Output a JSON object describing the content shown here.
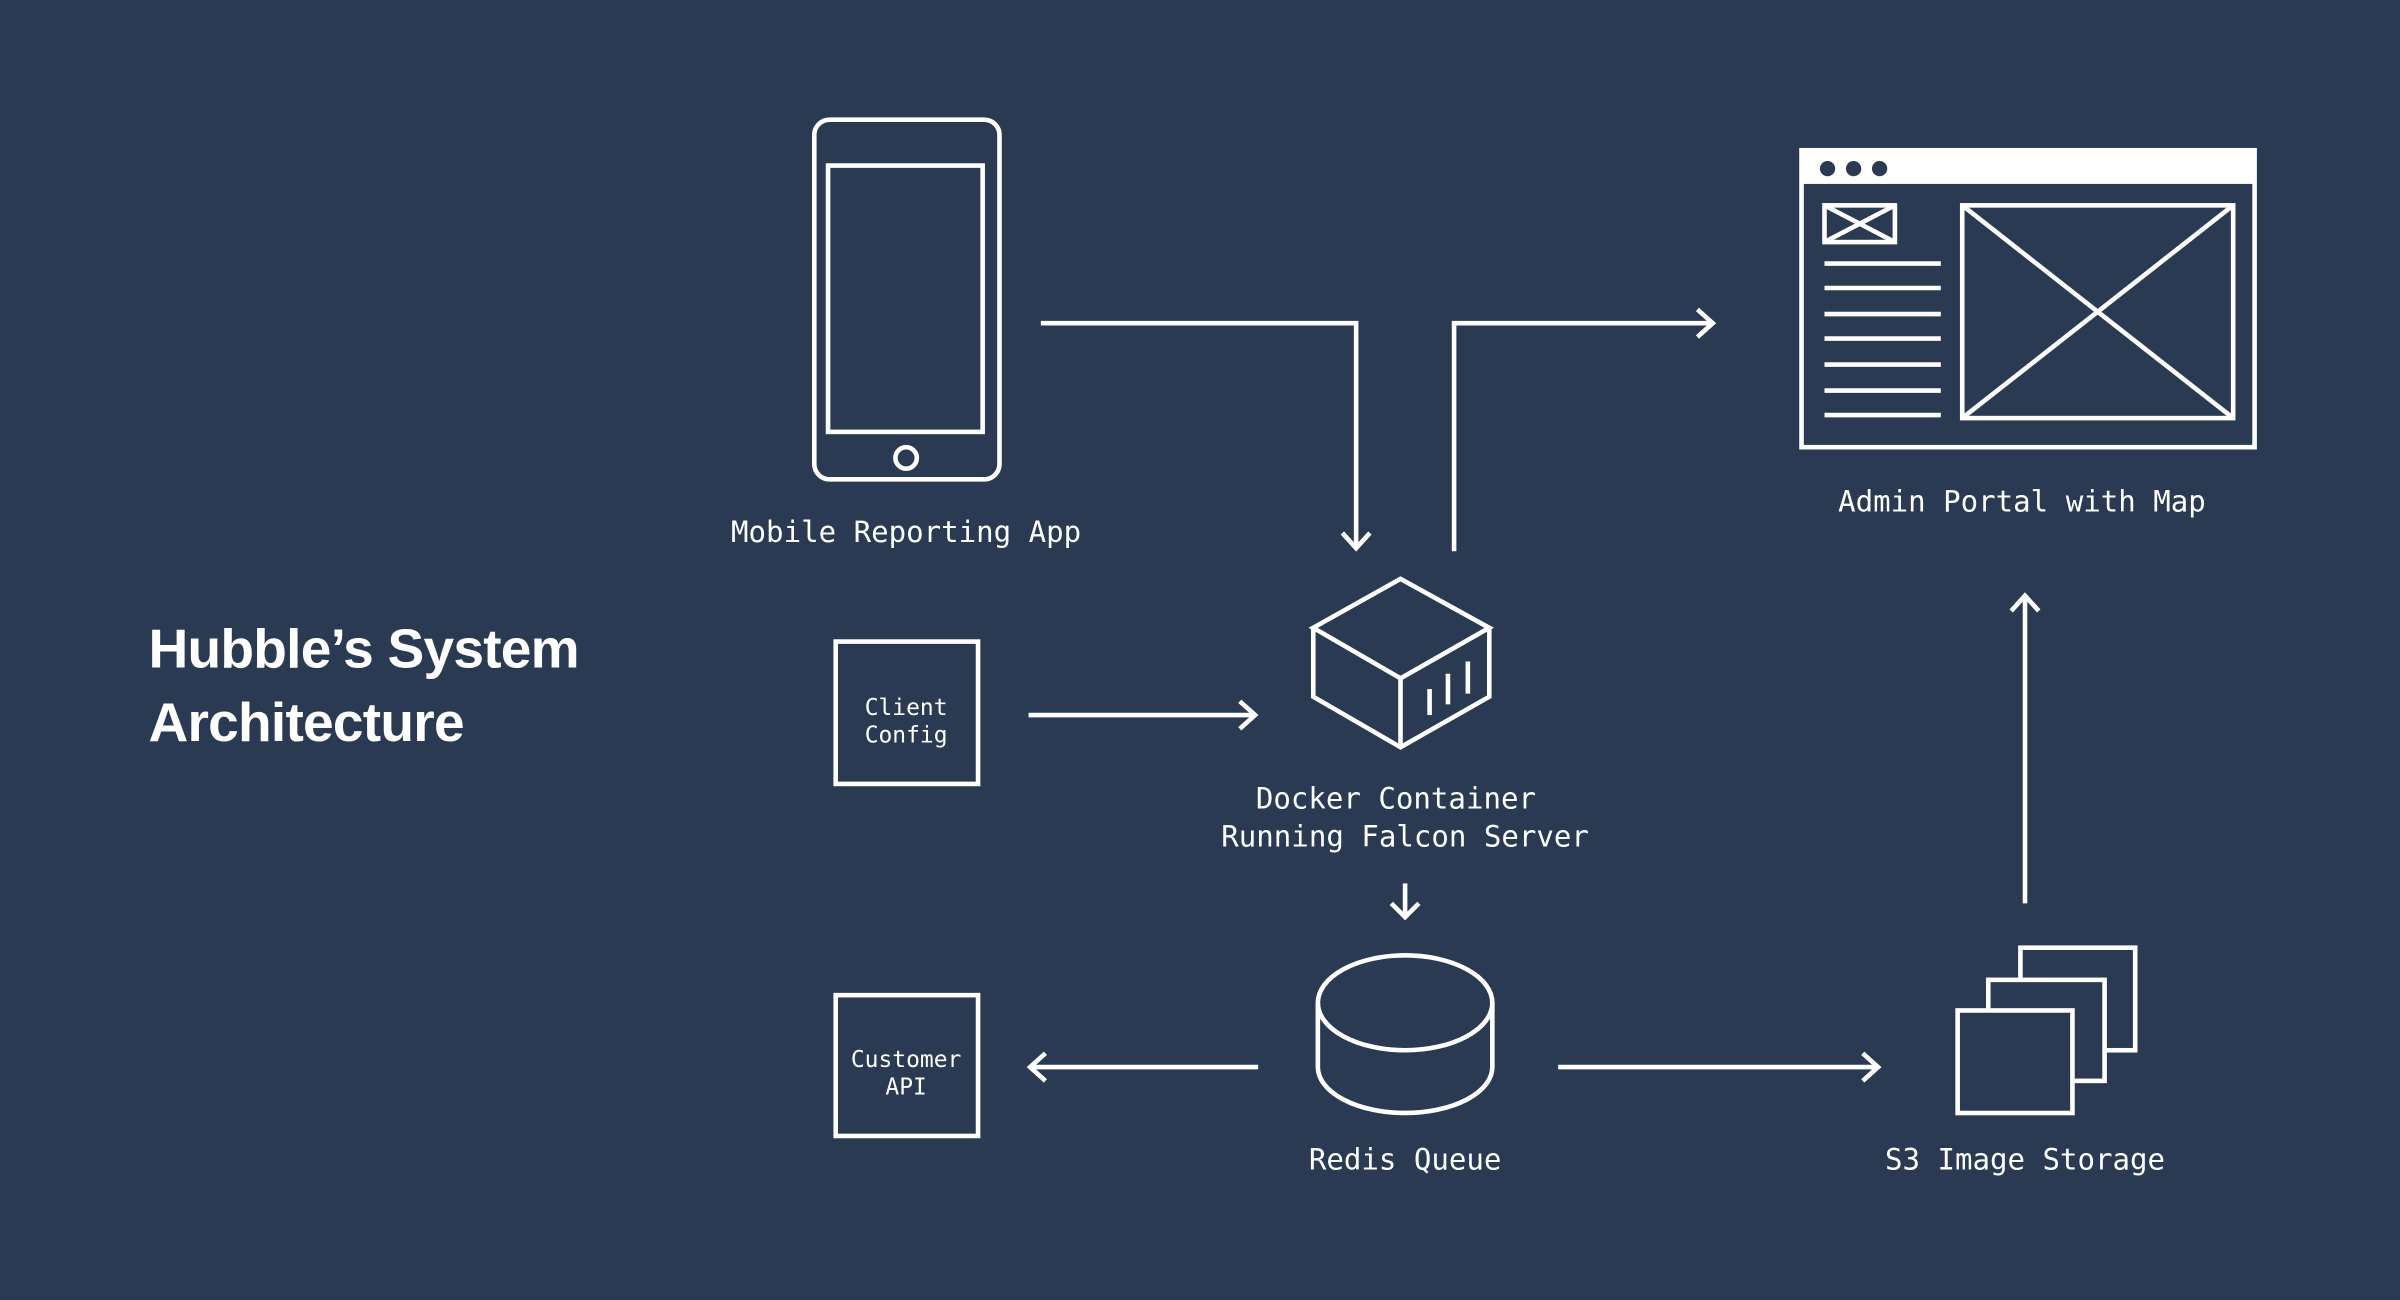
{
  "colors": {
    "background": "#293a52",
    "foreground": "#ffffff"
  },
  "title": {
    "line1": "Hubble’s System",
    "line2": "Architecture"
  },
  "nodes": {
    "mobile": {
      "label": "Mobile Reporting App",
      "icon": "smartphone-icon"
    },
    "admin": {
      "label": "Admin Portal with Map",
      "icon": "browser-window-icon"
    },
    "client_config": {
      "line1": "Client",
      "line2": "Config"
    },
    "docker": {
      "line1": "Docker Container",
      "line2": "Running Falcon Server",
      "icon": "container-cube-icon"
    },
    "redis": {
      "label": "Redis Queue",
      "icon": "database-cylinder-icon"
    },
    "customer_api": {
      "line1": "Customer",
      "line2": "API"
    },
    "s3": {
      "label": "S3 Image Storage",
      "icon": "stacked-images-icon"
    }
  },
  "edges": [
    {
      "from": "Mobile Reporting App",
      "to": "Docker Container"
    },
    {
      "from": "Docker Container",
      "to": "Admin Portal with Map"
    },
    {
      "from": "Client Config",
      "to": "Docker Container"
    },
    {
      "from": "Docker Container",
      "to": "Redis Queue"
    },
    {
      "from": "Redis Queue",
      "to": "Customer API"
    },
    {
      "from": "Redis Queue",
      "to": "S3 Image Storage"
    },
    {
      "from": "S3 Image Storage",
      "to": "Admin Portal with Map"
    }
  ]
}
